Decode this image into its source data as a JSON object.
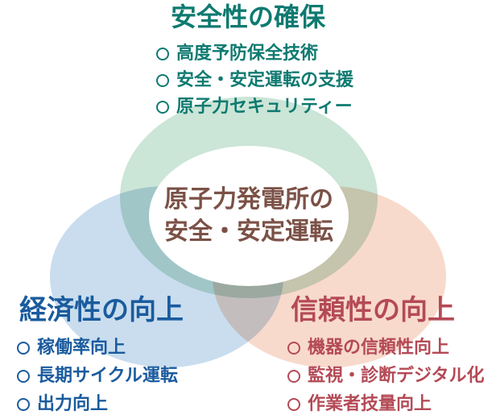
{
  "center": {
    "line1": "原子力発電所の",
    "line2": "安全・安定運転"
  },
  "sections": {
    "safety": {
      "title": "安全性の確保",
      "items": [
        "高度予防保全技術",
        "安全・安定運転の支援",
        "原子力セキュリティー"
      ]
    },
    "economy": {
      "title": "経済性の向上",
      "items": [
        "稼働率向上",
        "長期サイクル運転",
        "出力向上"
      ]
    },
    "reliability": {
      "title": "信頼性の向上",
      "items": [
        "機器の信頼性向上",
        "監視・診断デジタル化",
        "作業者技量向上"
      ]
    }
  },
  "icons": {
    "item_marker": "open-circle-ring"
  },
  "colors": {
    "safety_accent": "#0e7a70",
    "economy_accent": "#1a5b9e",
    "reliability_accent": "#b44a56",
    "center_text": "#7b5146",
    "safety_fill": "#cbe5d7",
    "economy_fill": "#c9ddee",
    "reliability_fill": "#f8dacc",
    "overlap_safety_economy": "#a1c6c8",
    "overlap_safety_reliability": "#c6c3ac",
    "overlap_economy_reliability": "#c4bcbd",
    "background": "#ffffff"
  }
}
